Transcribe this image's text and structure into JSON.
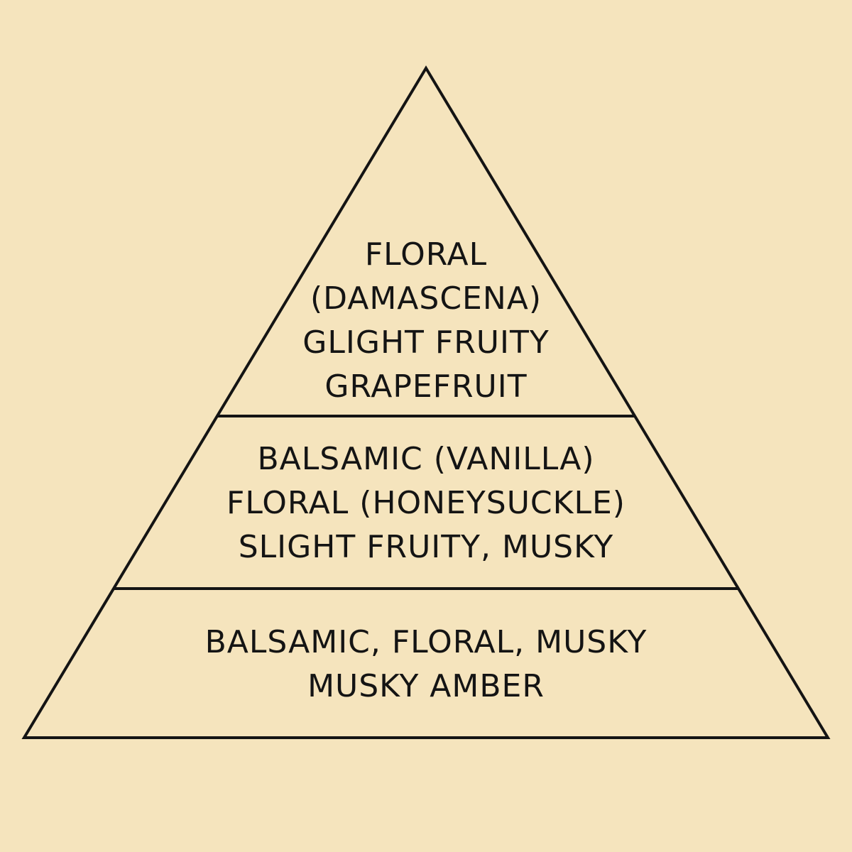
{
  "colors": {
    "background": "#f5e4bd",
    "line": "#141414",
    "text": "#141414"
  },
  "pyramid": {
    "top": {
      "lines": [
        "FLORAL",
        "(DAMASCENA)",
        "GLIGHT FRUITY",
        "GRAPEFRUIT"
      ]
    },
    "middle": {
      "lines": [
        "BALSAMIC (VANILLA)",
        "FLORAL (HONEYSUCKLE)",
        "SLIGHT FRUITY, MUSKY"
      ]
    },
    "base": {
      "lines": [
        "BALSAMIC, FLORAL, MUSKY",
        "MUSKY AMBER"
      ]
    }
  }
}
